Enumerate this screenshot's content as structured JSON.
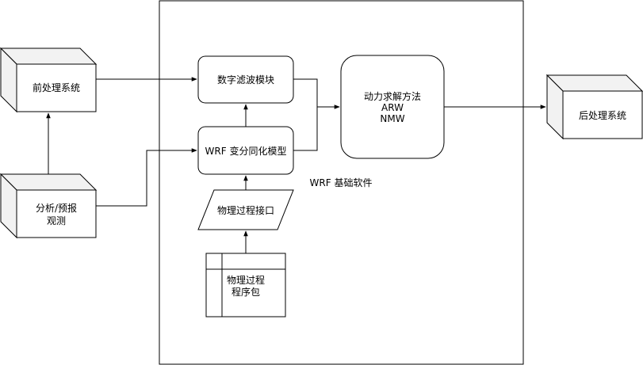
{
  "nodes": {
    "preprocess": "前处理系统",
    "analysis_line1": "分析/预报",
    "analysis_line2": "观测",
    "digital_filter": "数字滤波模块",
    "wrf_var": "WRF 变分同化模型",
    "physics_interface": "物理过程接口",
    "physics_pkg_line1": "物理过程",
    "physics_pkg_line2": "程序包",
    "dynamics_line1": "动力求解方法",
    "dynamics_line2": "ARW",
    "dynamics_line3": "NMW",
    "postprocess": "后处理系统"
  },
  "container_label": "WRF 基础软件"
}
